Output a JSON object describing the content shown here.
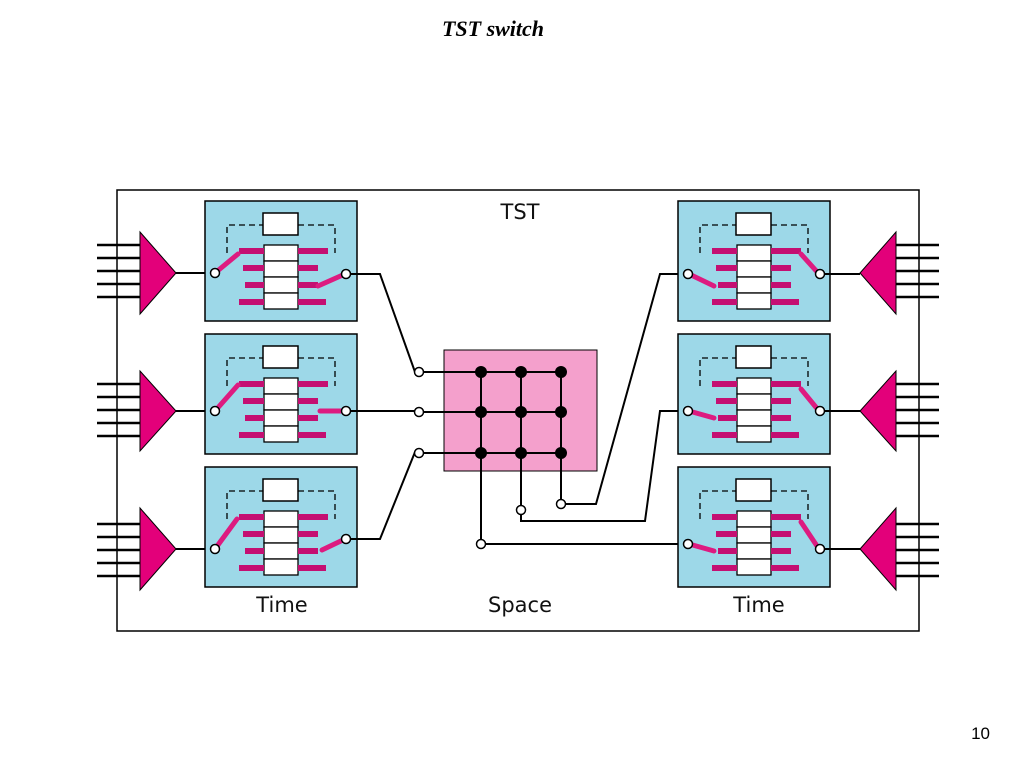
{
  "slide": {
    "title": "TST switch",
    "page_number": "10"
  },
  "diagram": {
    "frame_label": "TST",
    "stage_labels": {
      "left": "Time",
      "middle": "Space",
      "right": "Time"
    },
    "colors": {
      "tsi_fill": "#9dd8e8",
      "crossbar_fill": "#f4a0cc",
      "switch_pink": "#e3007a",
      "arm_pink": "#dd1b80",
      "line": "#000000"
    }
  }
}
